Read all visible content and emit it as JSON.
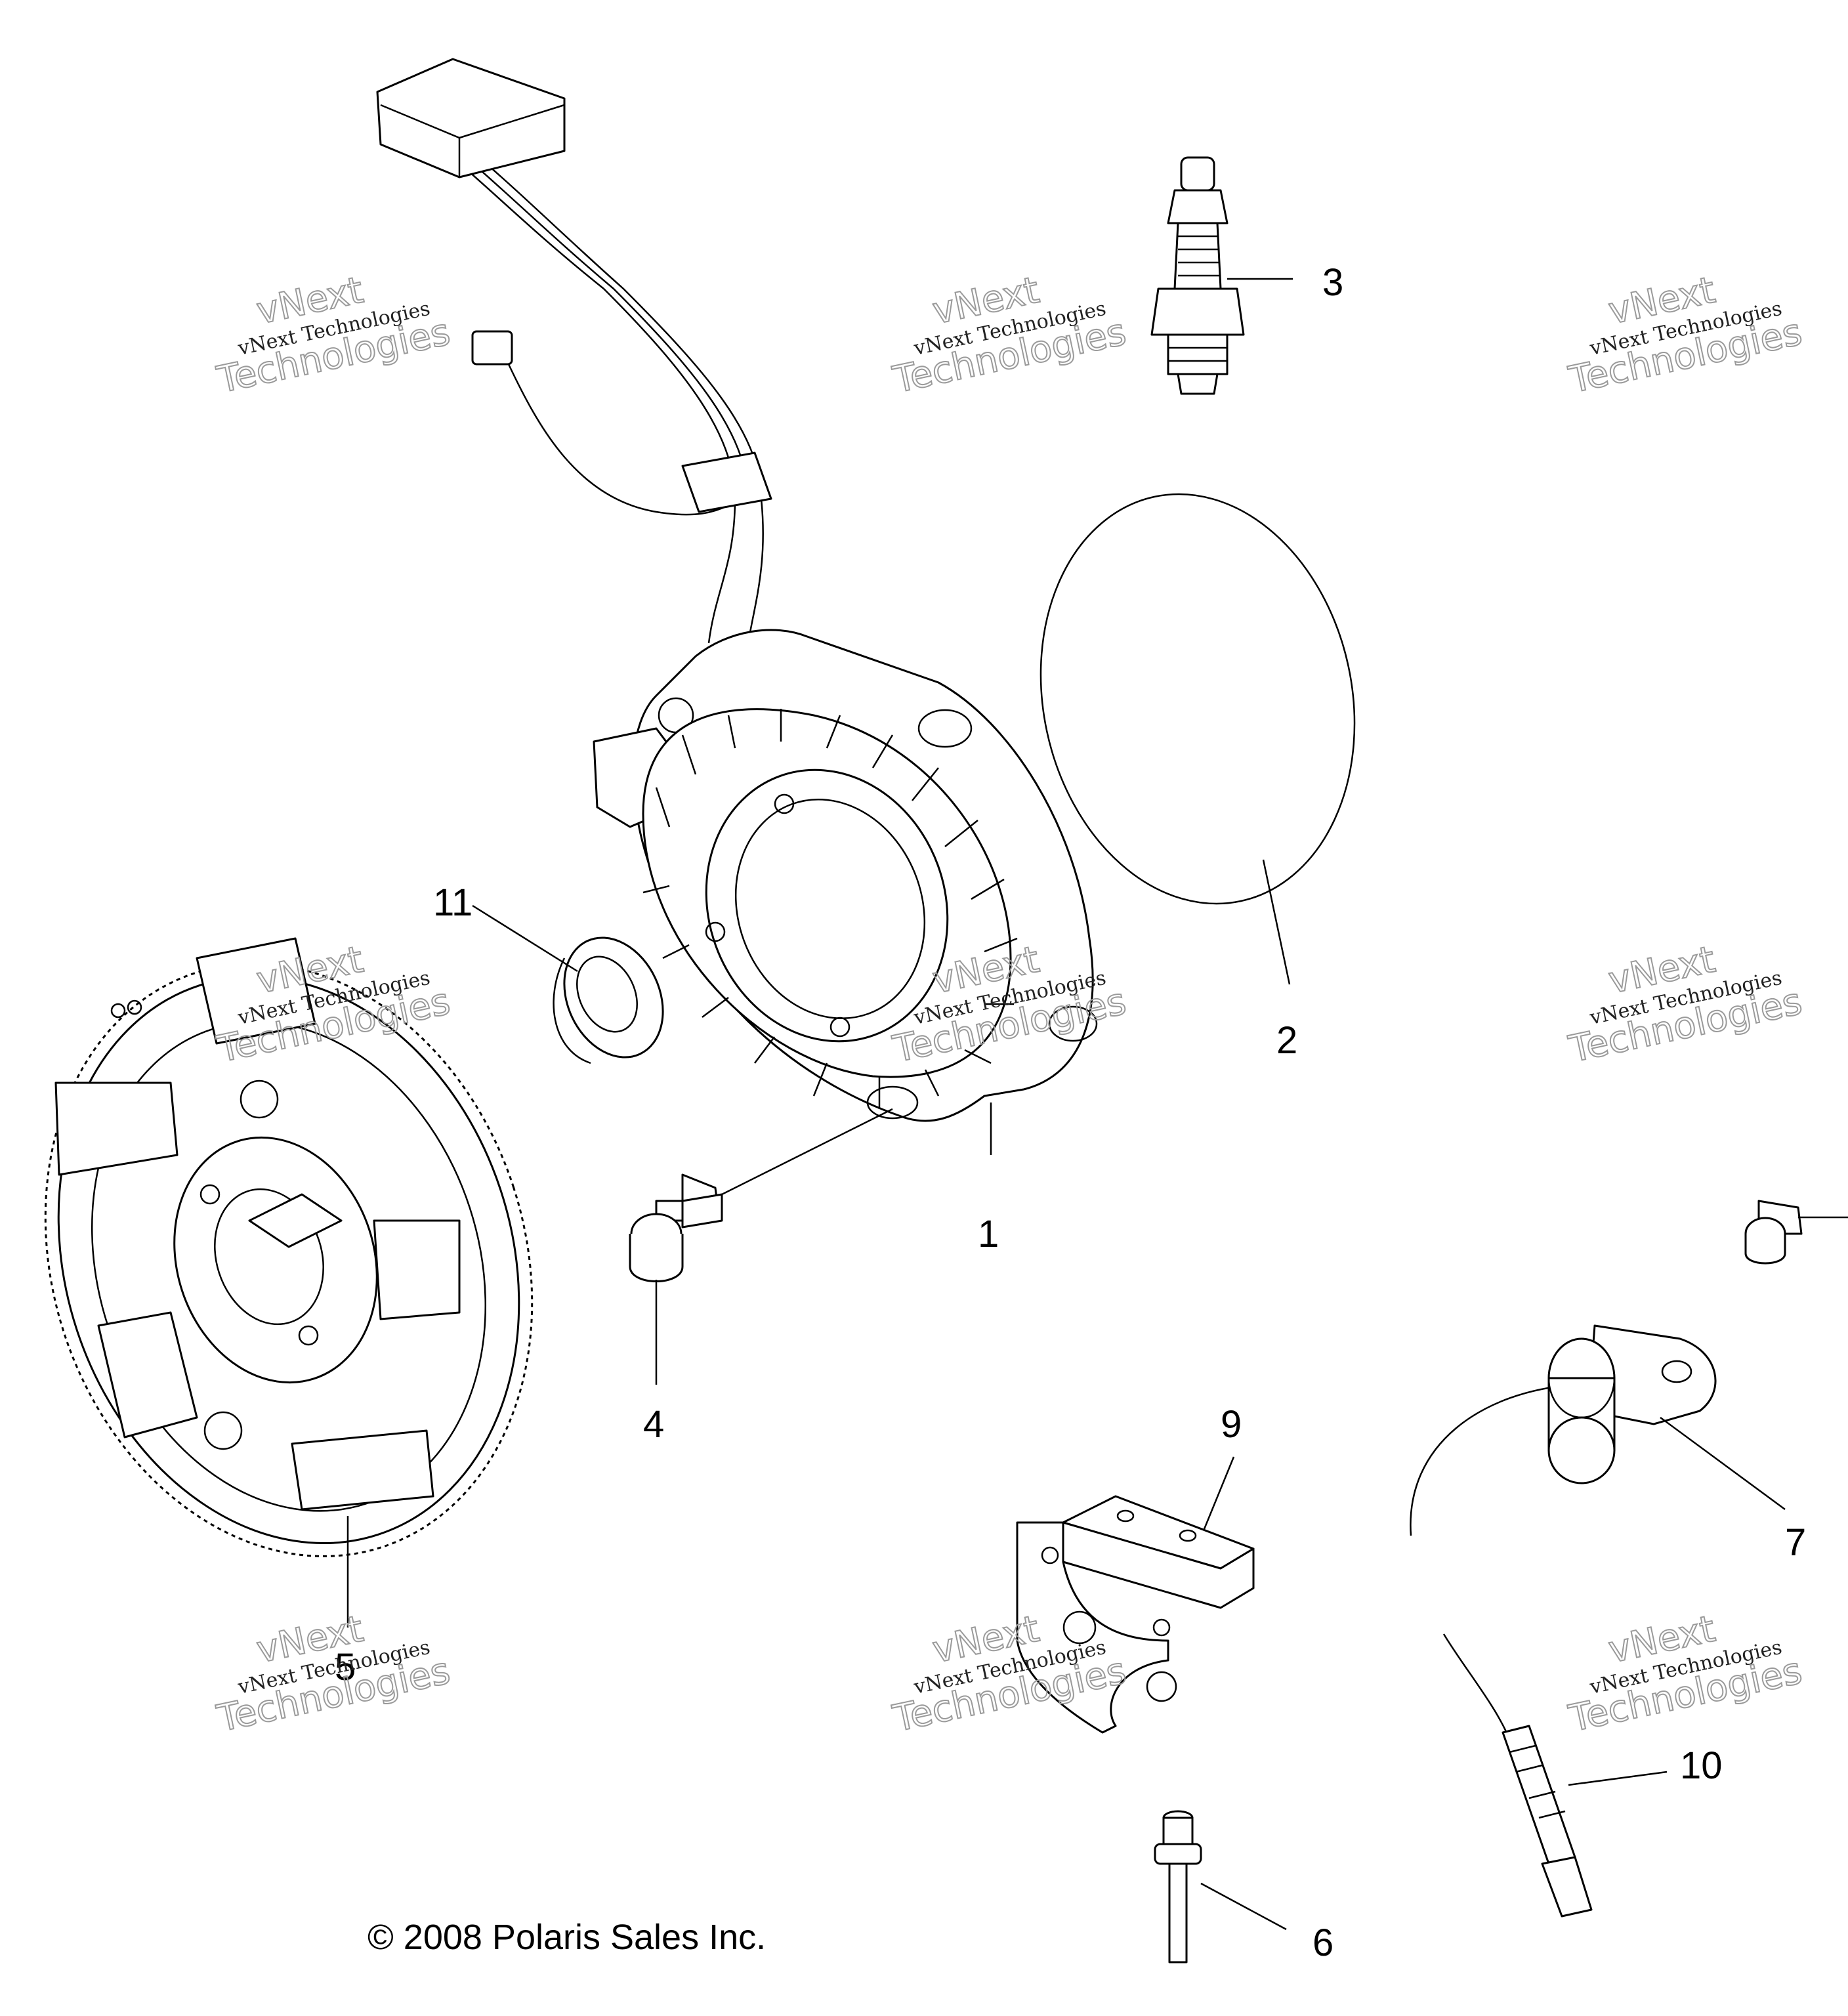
{
  "diagram": {
    "callouts": [
      {
        "id": "1",
        "label": "1"
      },
      {
        "id": "2",
        "label": "2"
      },
      {
        "id": "3",
        "label": "3"
      },
      {
        "id": "4",
        "label": "4"
      },
      {
        "id": "5",
        "label": "5"
      },
      {
        "id": "6",
        "label": "6"
      },
      {
        "id": "7",
        "label": "7"
      },
      {
        "id": "9",
        "label": "9"
      },
      {
        "id": "10",
        "label": "10"
      },
      {
        "id": "11",
        "label": "11"
      }
    ],
    "copyright": "© 2008 Polaris Sales Inc.",
    "watermark": {
      "line1": "vNext",
      "line2": "vNext Technologies",
      "line3": "Technologies"
    }
  }
}
